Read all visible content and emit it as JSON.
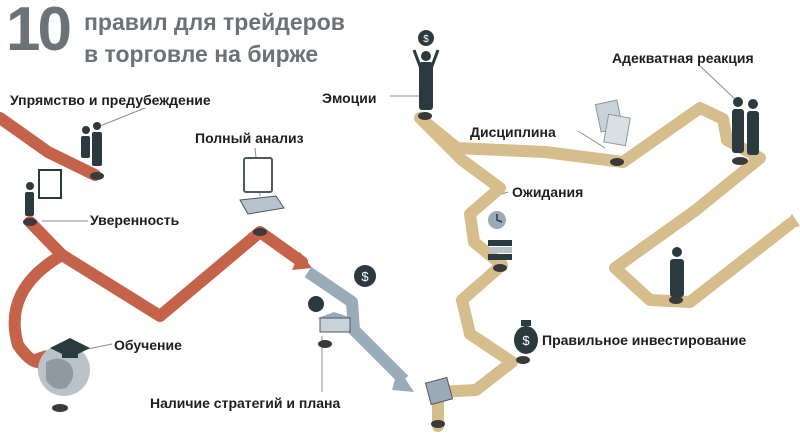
{
  "title": {
    "number": "10",
    "line1": "правил для трейдеров",
    "line2": "в торговле на бирже"
  },
  "rules": [
    {
      "id": "stubbornness",
      "label": "Упрямство и предубеждение",
      "icon": "two-people-icon"
    },
    {
      "id": "analysis",
      "label": "Полный анализ",
      "icon": "laptop-icon"
    },
    {
      "id": "confidence",
      "label": "Уверенность",
      "icon": "person-at-desk-icon"
    },
    {
      "id": "education",
      "label": "Обучение",
      "icon": "graduation-globe-icon"
    },
    {
      "id": "strategy",
      "label": "Наличие стратегий и плана",
      "icon": "book-gear-icon"
    },
    {
      "id": "emotions",
      "label": "Эмоции",
      "icon": "cheering-person-icon"
    },
    {
      "id": "discipline",
      "label": "Дисциплина",
      "icon": "papers-icon"
    },
    {
      "id": "expectations",
      "label": "Ожидания",
      "icon": "clock-books-icon"
    },
    {
      "id": "investing",
      "label": "Правильное инвестирование",
      "icon": "money-bag-icon"
    },
    {
      "id": "reaction",
      "label": "Адекватная реакция",
      "icon": "handshake-icon"
    }
  ],
  "colors": {
    "title": "#6b7378",
    "red_path": "#c4634a",
    "blue_path": "#9aabb8",
    "gold_path": "#d6bd8c",
    "node": "#3a3a3a",
    "figure": "#2a3a40",
    "leader": "#8c8c8c"
  }
}
